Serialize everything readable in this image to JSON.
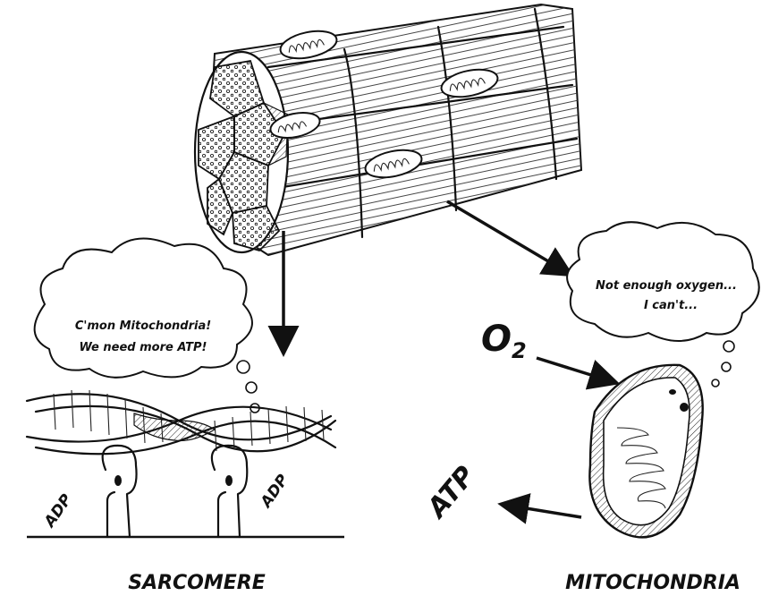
{
  "diagram": {
    "thought_sarcomere": {
      "line1": "C'mon Mitochondria!",
      "line2": "We need more ATP!"
    },
    "thought_mitochondria": {
      "line1": "Not enough oxygen...",
      "line2": "I can't..."
    },
    "oxygen": {
      "symbol": "O",
      "subscript": "2"
    },
    "atp_label": "ATP",
    "adp_left": "ADP",
    "adp_right": "ADP",
    "caption_left": "Sarcomere",
    "caption_right": "Mitochondria"
  }
}
